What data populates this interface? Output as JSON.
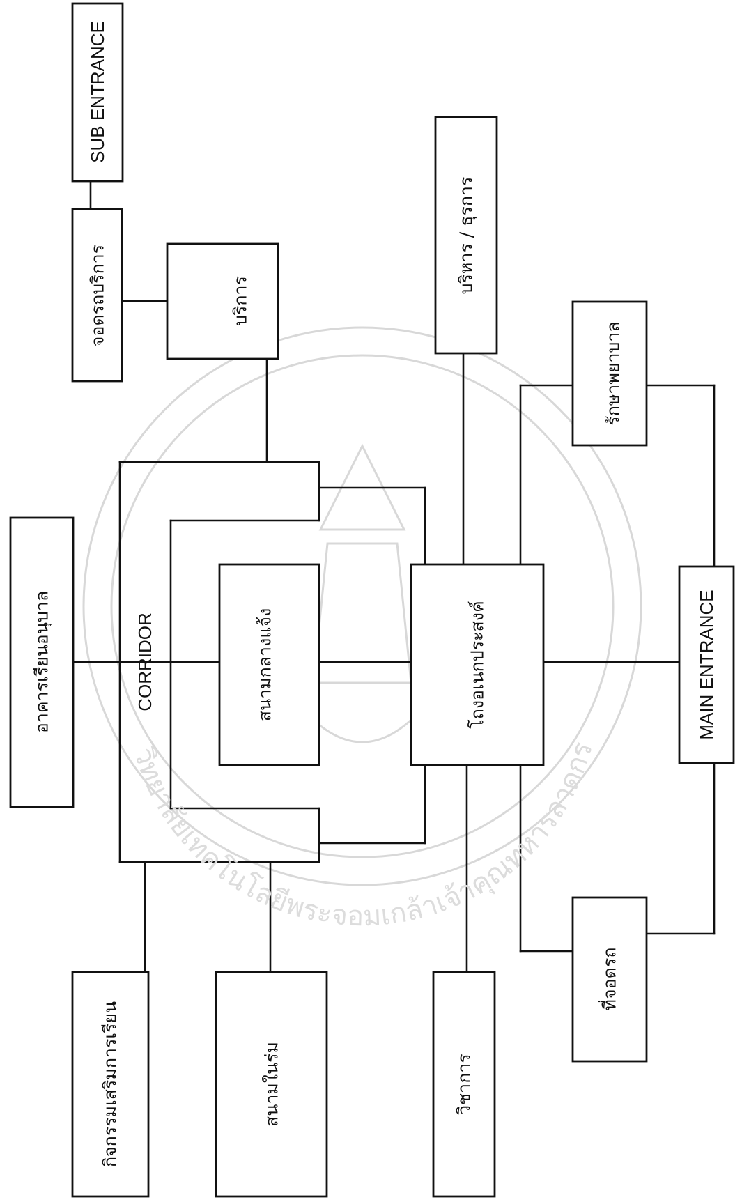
{
  "diagram": {
    "nodes": {
      "sub_entrance": "SUB ENTRANCE",
      "service_parking": "จอดรถบริการ",
      "service": "บริการ",
      "admin_business": "บริหาร / ธุรการ",
      "nursing": "รักษาพยาบาล",
      "kindergarten": "อาคารเรียนอนุบาล",
      "corridor": "CORRIDOR",
      "outdoor_field": "สนามกลางแจ้ง",
      "multipurpose_hall": "โถงอเนกประสงค์",
      "main_entrance": "MAIN ENTRANCE",
      "extra_activities": "กิจกรรมเสริมการเรียน",
      "shaded_field": "สนามในร่ม",
      "academic": "วิชาการ",
      "parking": "ที่จอดรถ"
    },
    "watermark_text": "มหาวิทยาลัยเทคโนโลยีพระจอมเกล้าเจ้าคุณทหารลาดกระบัง"
  }
}
